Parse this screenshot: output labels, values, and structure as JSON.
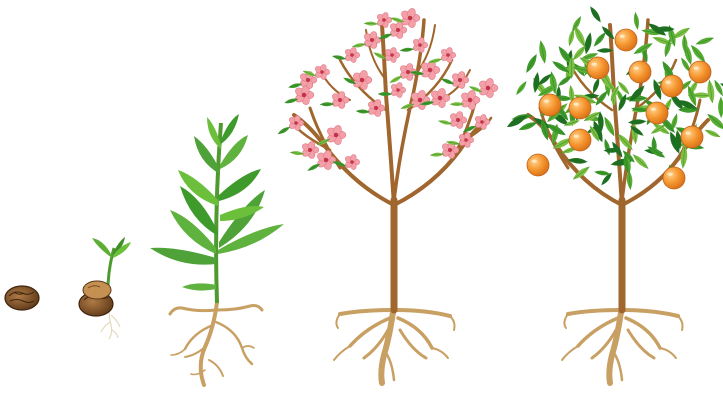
{
  "stages": [
    {
      "id": "seed",
      "icon": "peach-pit-icon"
    },
    {
      "id": "germination",
      "icon": "sprout-icon"
    },
    {
      "id": "seedling",
      "icon": "young-plant-icon"
    },
    {
      "id": "flowering",
      "icon": "flowering-tree-icon"
    },
    {
      "id": "fruiting",
      "icon": "fruit-tree-icon"
    }
  ],
  "colors": {
    "background": "#ffffff",
    "trunk": "#a0662d",
    "trunk_dark": "#7b4a1c",
    "root": "#c9a063",
    "root_dark": "#9c7440",
    "seed": "#8a5a2b",
    "seed_dark": "#4f2f14",
    "leaf": "#3f9a2c",
    "leaf_light": "#7cc043",
    "leaf_dark": "#1f6f22",
    "blossom": "#f3a0a8",
    "blossom_center": "#c2334a",
    "fruit": "#f5952d",
    "fruit_light": "#ffc36b"
  }
}
